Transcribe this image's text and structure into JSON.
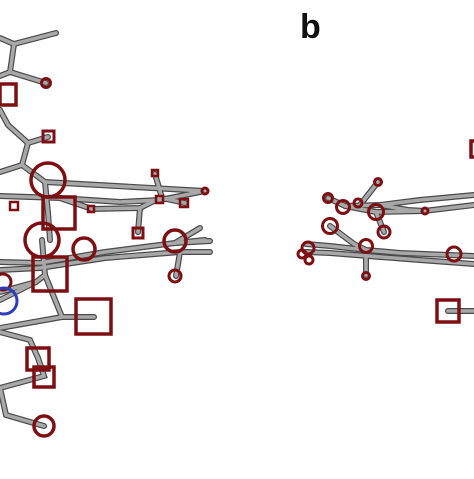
{
  "figure": {
    "panel_label_b": "b",
    "colors": {
      "background": "#ffffff",
      "bond_fill": "#a8a8a8",
      "bond_outline": "#4a4a4a",
      "marker": "#7d0f13",
      "marker_highlight": "#2b3fb8",
      "label": "#111111"
    },
    "legend_semantics": {
      "circle_marker": "circle-marker",
      "square_marker": "square-marker"
    }
  }
}
